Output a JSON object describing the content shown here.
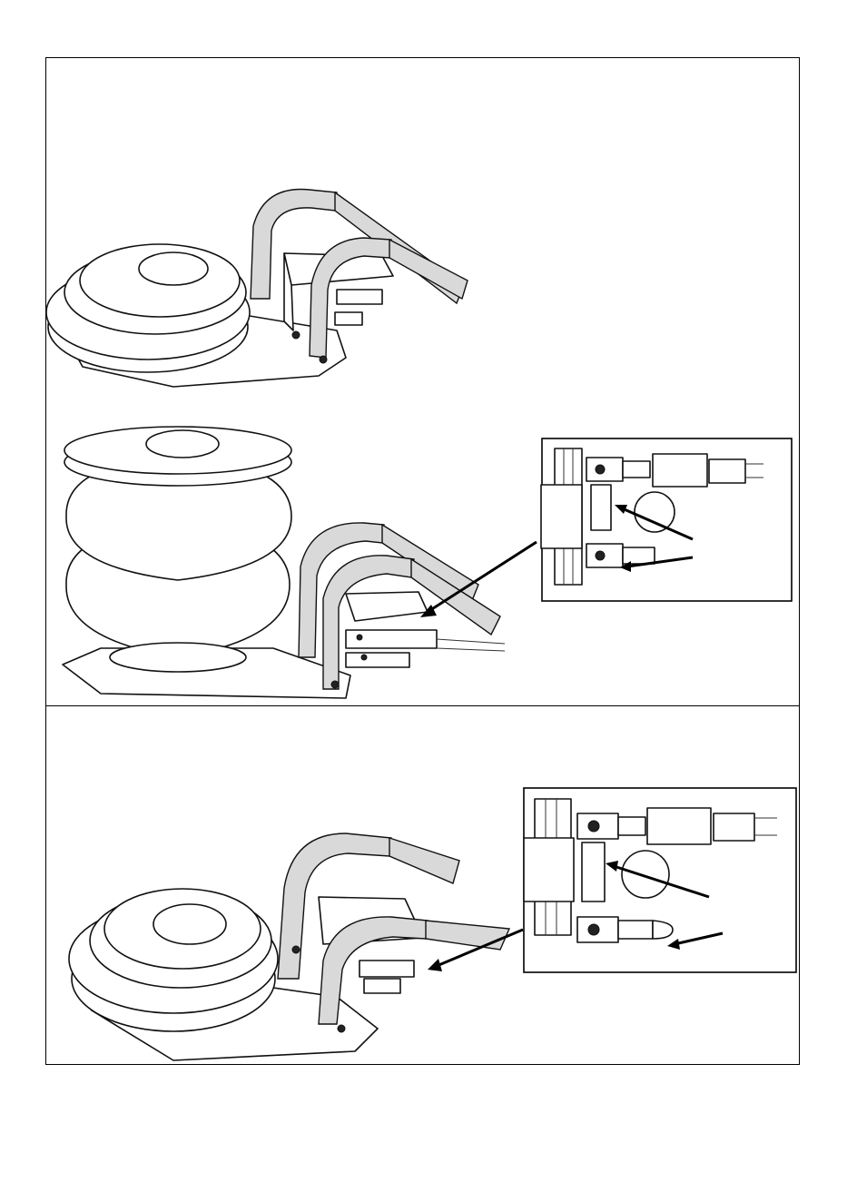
{
  "figure": {
    "panels": [
      {
        "id": "top",
        "illustrations": [
          "collapsed-jack",
          "inflated-jack-with-hose",
          "valve-detail-inset"
        ]
      },
      {
        "id": "bottom",
        "illustrations": [
          "collapsed-jack",
          "valve-detail-inset"
        ]
      }
    ],
    "callout_arrows": 6
  },
  "colors": {
    "line": "#111111",
    "background": "#ffffff",
    "arrow": "#000000"
  }
}
